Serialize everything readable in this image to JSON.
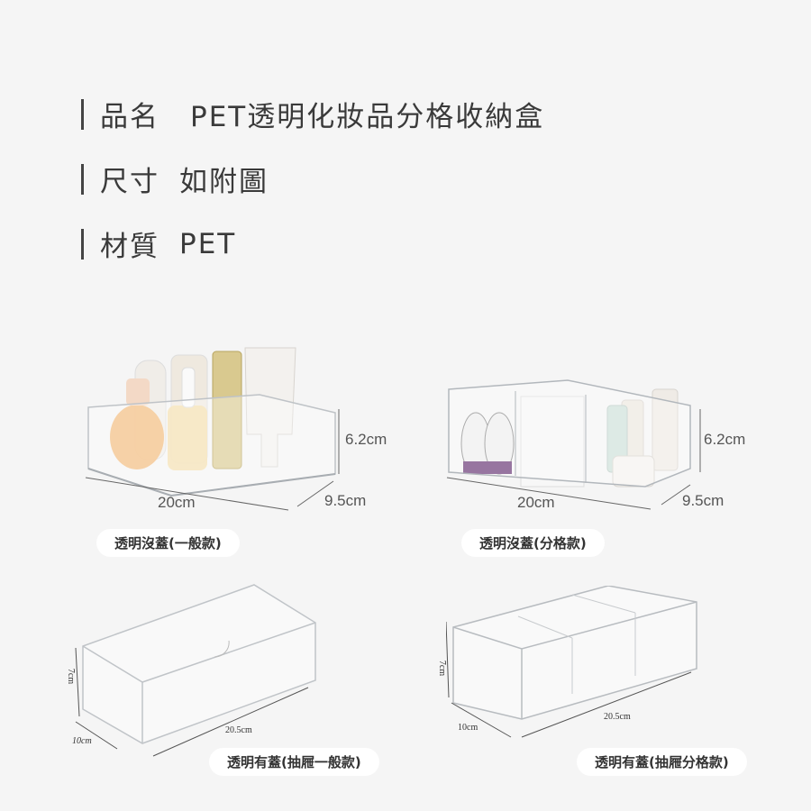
{
  "specs": [
    {
      "key": "品名",
      "value": "PET透明化妝品分格收納盒"
    },
    {
      "key": "尺寸",
      "value": "如附圖"
    },
    {
      "key": "材質",
      "value": "PET"
    }
  ],
  "products": [
    {
      "label": "透明沒蓋(一般款)",
      "width": "20cm",
      "depth": "9.5cm",
      "height": "6.2cm"
    },
    {
      "label": "透明沒蓋(分格款)",
      "width": "20cm",
      "depth": "9.5cm",
      "height": "6.2cm"
    },
    {
      "label": "透明有蓋(抽屜一般款)",
      "width": "20.5cm",
      "depth": "10cm",
      "height": "7cm"
    },
    {
      "label": "透明有蓋(抽屜分格款)",
      "width": "20.5cm",
      "depth": "10cm",
      "height": "7cm"
    }
  ],
  "colors": {
    "background": "#f5f5f5",
    "text": "#3a3a3a",
    "pill_bg": "#ffffff"
  }
}
